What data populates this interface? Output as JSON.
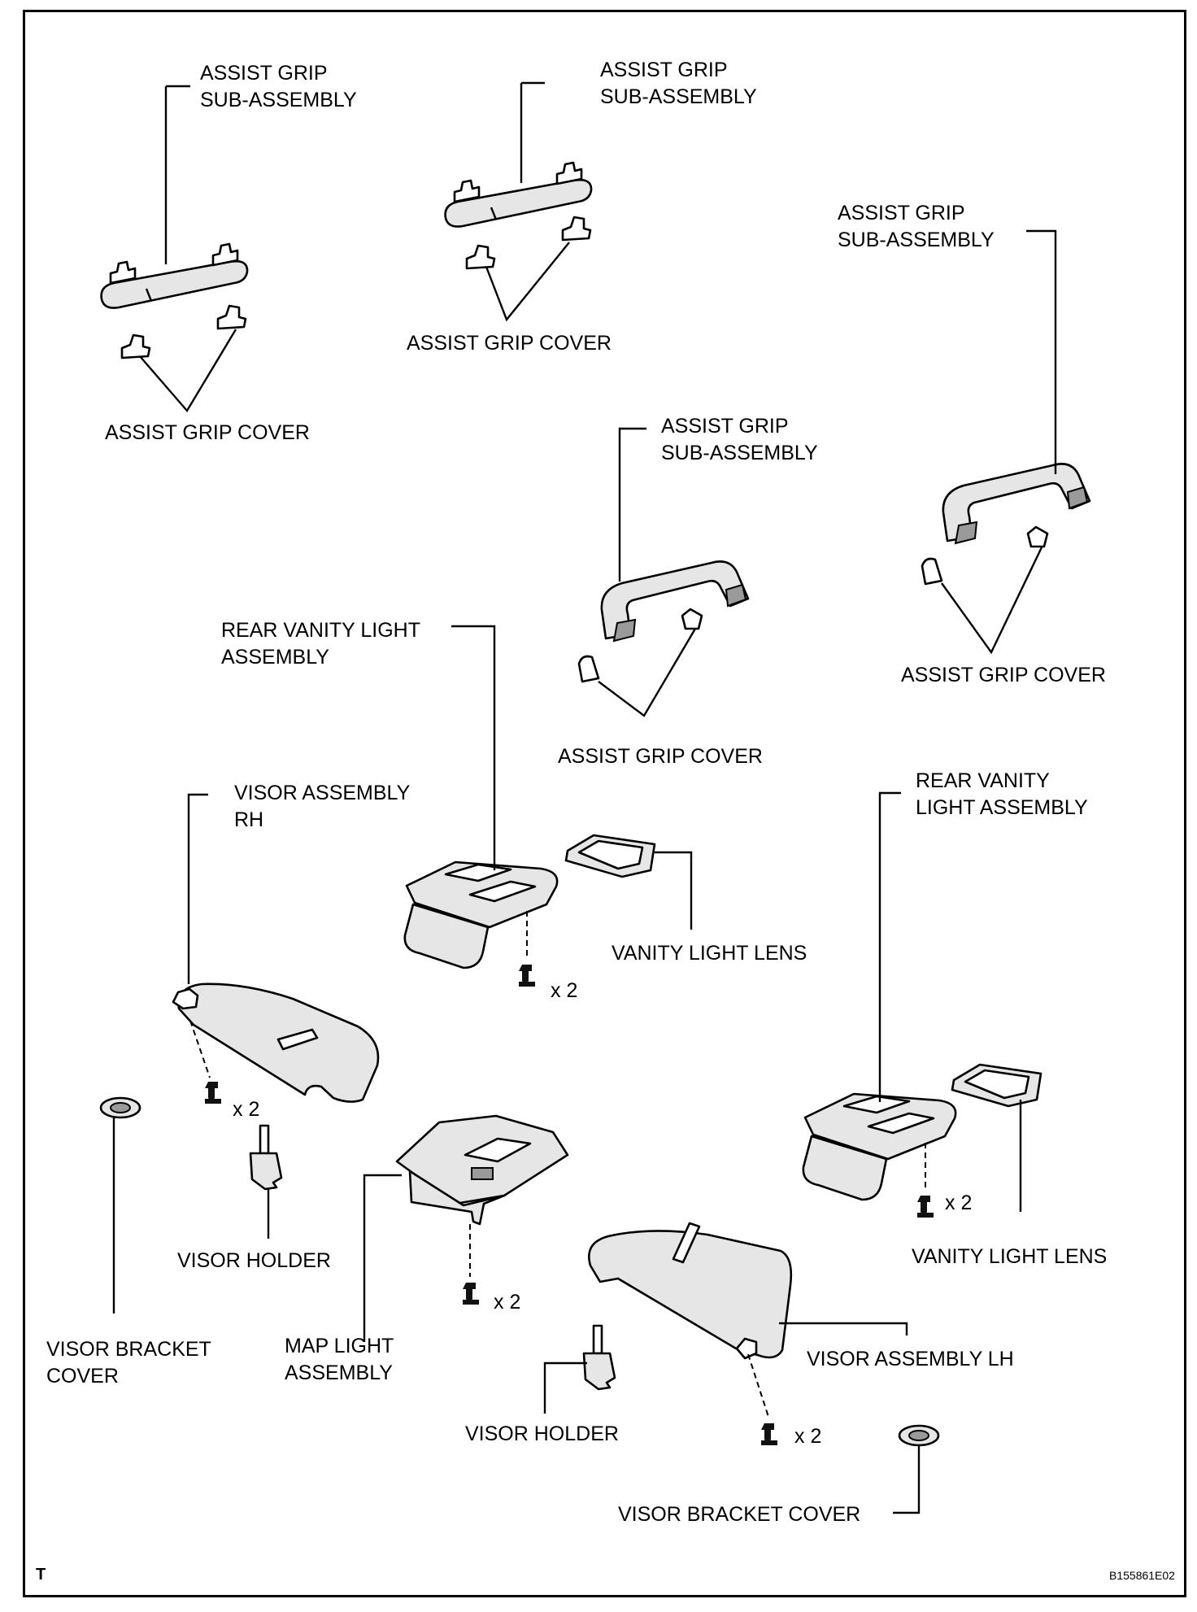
{
  "labels": {
    "grip1_sub": [
      "ASSIST GRIP",
      "SUB-ASSEMBLY"
    ],
    "grip1_cover": "ASSIST GRIP COVER",
    "grip2_sub": [
      "ASSIST GRIP",
      "SUB-ASSEMBLY"
    ],
    "grip2_cover": "ASSIST GRIP COVER",
    "grip3_sub": [
      "ASSIST GRIP",
      "SUB-ASSEMBLY"
    ],
    "grip3_cover": "ASSIST GRIP COVER",
    "grip4_sub": [
      "ASSIST GRIP",
      "SUB-ASSEMBLY"
    ],
    "grip4_cover": "ASSIST GRIP COVER",
    "rear_vanity_1": [
      "REAR VANITY LIGHT",
      "ASSEMBLY"
    ],
    "rear_vanity_2": [
      "REAR VANITY",
      "LIGHT ASSEMBLY"
    ],
    "visor_rh": [
      "VISOR ASSEMBLY",
      "RH"
    ],
    "visor_lh": "VISOR ASSEMBLY LH",
    "vanity_lens_1": "VANITY LIGHT LENS",
    "vanity_lens_2": "VANITY LIGHT LENS",
    "visor_holder_1": "VISOR HOLDER",
    "visor_holder_2": "VISOR HOLDER",
    "visor_bracket_cover_1": [
      "VISOR BRACKET",
      "COVER"
    ],
    "visor_bracket_cover_2": "VISOR BRACKET COVER",
    "map_light": [
      "MAP LIGHT",
      "ASSEMBLY"
    ],
    "qty": "x 2"
  },
  "corner_mark": "T",
  "figure_code": "B155861E02"
}
